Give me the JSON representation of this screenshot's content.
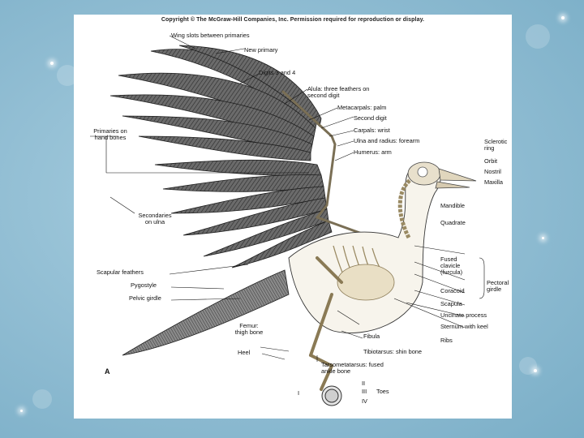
{
  "copyright": "Copyright © The McGraw-Hill Companies, Inc. Permission required for reproduction or display.",
  "panel_letter": "A",
  "labels": {
    "wing_slots": "Wing slots between primaries",
    "new_primary": "New primary",
    "digits_3_4": "Digits 3 and 4",
    "alula_1": "Alula: three feathers on",
    "alula_2": "second digit",
    "metacarpals": "Metacarpals: palm",
    "second_digit": "Second digit",
    "carpals": "Carpals: wrist",
    "ulna_radius": "Ulna and radius: forearm",
    "humerus": "Humerus: arm",
    "primaries_1": "Primaries on",
    "primaries_2": "hand bones",
    "sclerotic_1": "Sclerotic",
    "sclerotic_2": "ring",
    "orbit": "Orbit",
    "nostril": "Nostril",
    "maxilla": "Maxilla",
    "mandible": "Mandible",
    "quadrate": "Quadrate",
    "secondaries_1": "Secondaries",
    "secondaries_2": "on ulna",
    "scapular": "Scapular feathers",
    "pygostyle": "Pygostyle",
    "pelvic": "Pelvic girdle",
    "fused_1": "Fused",
    "fused_2": "clavicle",
    "fused_3": "(furcula)",
    "coracoid": "Coracoid",
    "scapula": "Scapula",
    "pectoral_1": "Pectoral",
    "pectoral_2": "girdle",
    "uncinate": "Uncinate process",
    "sternum": "Sternum with keel",
    "ribs": "Ribs",
    "femur_1": "Femur:",
    "femur_2": "thigh bone",
    "fibula": "Fibula",
    "tibiotarsus": "Tibiotarsus: shin bone",
    "heel": "Heel",
    "tarso_1": "Tarsometatarsus: fused",
    "tarso_2": "ankle bone",
    "toe_ii": "II",
    "toe_iii": "III",
    "toes": "Toes",
    "toe_iv": "IV",
    "toe_i": "I"
  }
}
